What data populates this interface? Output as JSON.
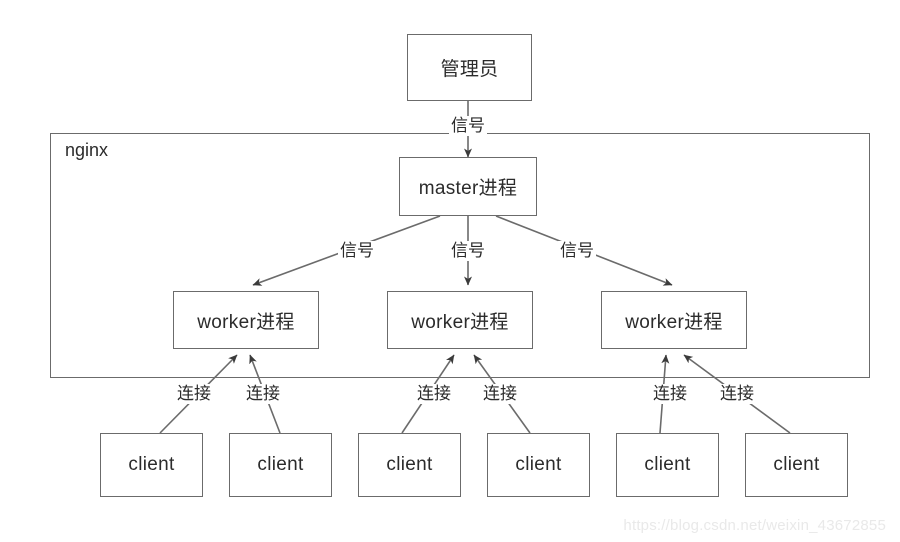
{
  "diagram": {
    "title": "nginx master-worker process model",
    "colors": {
      "stroke": "#6b6b6b",
      "text": "#2b2b2b",
      "background": "#ffffff",
      "watermark": "#e9e9e9"
    },
    "group": {
      "label": "nginx"
    },
    "nodes": {
      "admin": "管理员",
      "master": "master进程",
      "worker1": "worker进程",
      "worker2": "worker进程",
      "worker3": "worker进程",
      "client1": "client",
      "client2": "client",
      "client3": "client",
      "client4": "client",
      "client5": "client",
      "client6": "client"
    },
    "edge_labels": {
      "admin_to_master": "信号",
      "master_to_worker1": "信号",
      "master_to_worker2": "信号",
      "master_to_worker3": "信号",
      "client1_to_worker1": "连接",
      "client2_to_worker1": "连接",
      "client3_to_worker2": "连接",
      "client4_to_worker2": "连接",
      "client5_to_worker3": "连接",
      "client6_to_worker3": "连接"
    },
    "watermark": "https://blog.csdn.net/weixin_43672855"
  }
}
